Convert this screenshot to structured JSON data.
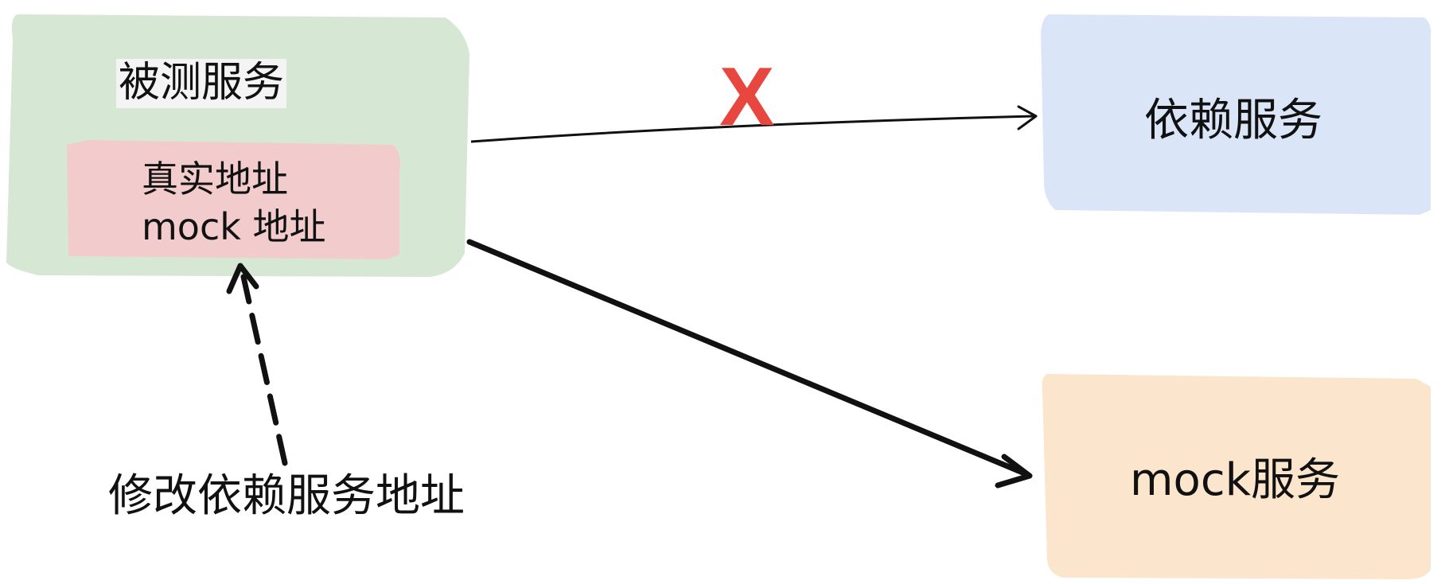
{
  "nodes": {
    "service_under_test": {
      "title": "被测服务",
      "fill": "#d6e8d4",
      "addresses": {
        "fill": "#f2cccc",
        "real": "真实地址",
        "mock": "mock 地址"
      }
    },
    "dependency_service": {
      "title": "依赖服务",
      "fill": "#dae6f7"
    },
    "mock_service": {
      "title": "mock服务",
      "fill": "#fbe5cc"
    }
  },
  "annotations": {
    "modify_address": "修改依赖服务地址",
    "blocked_mark": "X",
    "blocked_color": "#e8473f"
  },
  "edges": [
    {
      "from": "service_under_test",
      "to": "dependency_service",
      "style": "solid-thin",
      "blocked": true
    },
    {
      "from": "service_under_test",
      "to": "mock_service",
      "style": "solid-thick"
    },
    {
      "from": "modify_address",
      "to": "addresses",
      "style": "dashed"
    }
  ]
}
